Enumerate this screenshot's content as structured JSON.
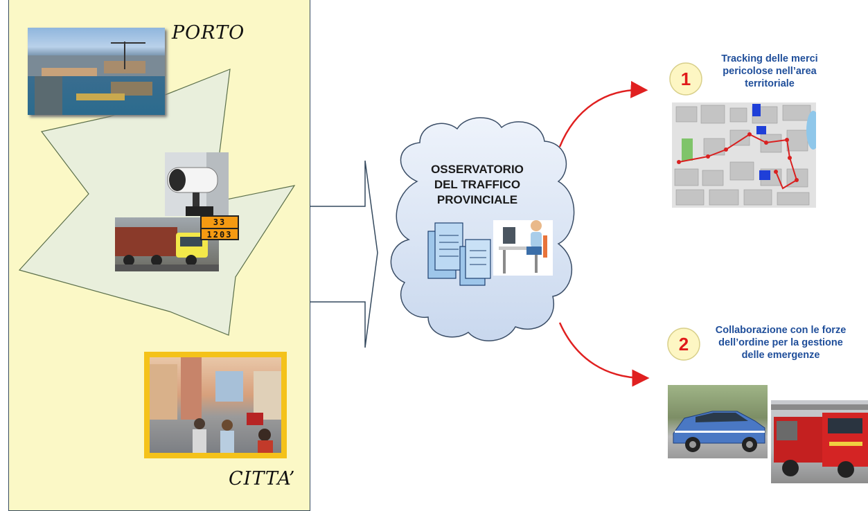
{
  "labels": {
    "porto": "PORTO",
    "citta": "CITTA’"
  },
  "cloud": {
    "lines": [
      "OSSERVATORIO",
      "DEL TRAFFICO",
      "PROVINCIALE"
    ]
  },
  "hazard_plate": {
    "top": "33",
    "bottom": "1203"
  },
  "items": [
    {
      "number": "1",
      "caption_lines": [
        "Tracking delle merci",
        "pericolose nell’area",
        "territoriale"
      ]
    },
    {
      "number": "2",
      "caption_lines": [
        "Collaborazione con le forze",
        "dell’ordine per la gestione",
        "delle emergenze"
      ]
    }
  ],
  "colors": {
    "panel": "#fbf8c6",
    "star": "#e9efdc",
    "cloud": "#d9e4f3",
    "arrow_red": "#e02020",
    "caption_blue": "#1f4e9a",
    "badge_yellow": "#fdf6c3"
  },
  "icons": [
    "server-icon",
    "operator-at-desk-icon",
    "cctv-camera-icon",
    "truck-icon",
    "street-map-icon",
    "police-car-icon",
    "fire-truck-icon"
  ]
}
